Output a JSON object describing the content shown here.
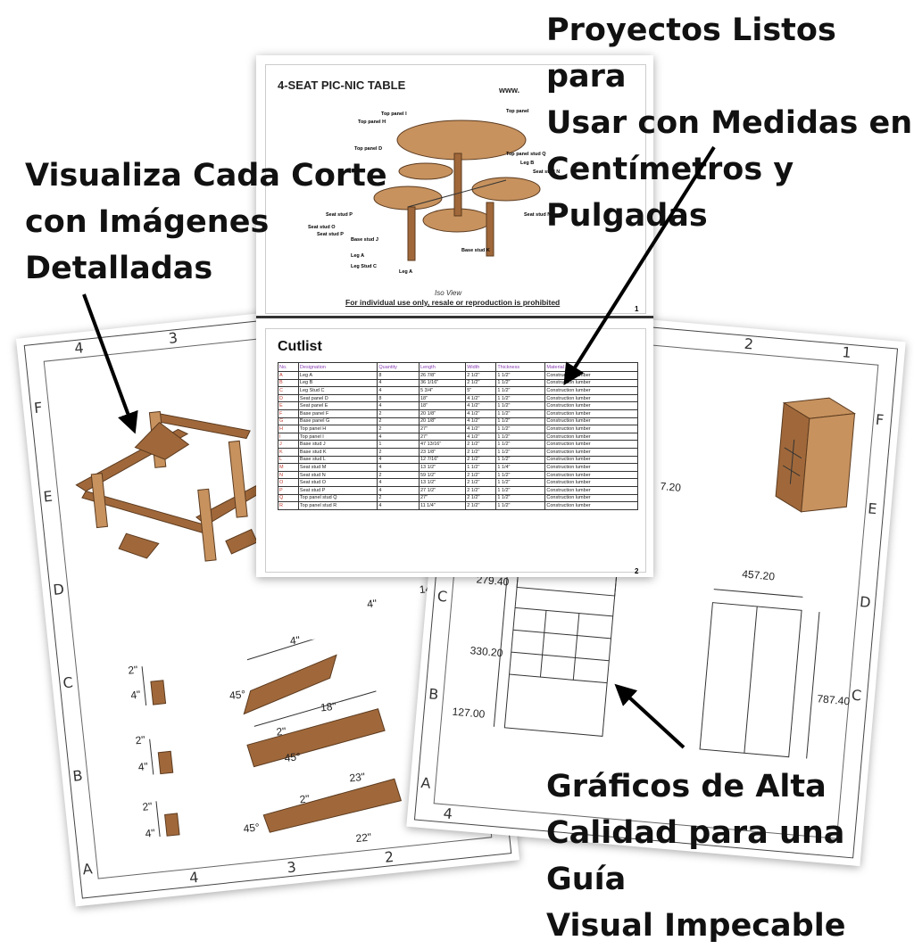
{
  "headlines": {
    "top_right": [
      "Proyectos Listos para",
      "Usar con Medidas en",
      "Centímetros y Pulgadas"
    ],
    "left": [
      "Visualiza Cada Corte",
      "con Imágenes",
      "Detalladas"
    ],
    "bottom_right": [
      "Gráficos de Alta",
      "Calidad para una Guía",
      "Visual Impecable"
    ]
  },
  "page1": {
    "title": "4-SEAT PIC-NIC TABLE",
    "website": "www.",
    "view_label": "Iso View",
    "notice": "For individual use only, resale or reproduction is prohibited",
    "page_number": "1",
    "callouts": [
      "Top panel I",
      "Top panel H",
      "Top panel",
      "Top panel D",
      "Top panel stud Q",
      "Leg B",
      "Seat stud N",
      "Seat stud P",
      "Seat stud O",
      "Seat stud P",
      "Base stud J",
      "Leg A",
      "Leg Stud C",
      "Leg A",
      "Base stud K",
      "Seat stud N"
    ]
  },
  "page2": {
    "title": "Cutlist",
    "page_number": "2",
    "columns": [
      "No.",
      "Designation",
      "Quantity",
      "Length",
      "Width",
      "Thickness",
      "Material"
    ],
    "rows": [
      [
        "A",
        "Leg A",
        "8",
        "26 7/8\"",
        "2 1/2\"",
        "1 1/2\"",
        "Construction lumber"
      ],
      [
        "B",
        "Leg B",
        "4",
        "36 1/16\"",
        "2 1/2\"",
        "1 1/2\"",
        "Construction lumber"
      ],
      [
        "C",
        "Leg Stud C",
        "4",
        "5 3/4\"",
        "5\"",
        "1 1/2\"",
        "Construction lumber"
      ],
      [
        "D",
        "Seat panel D",
        "8",
        "18\"",
        "4 1/2\"",
        "1 1/2\"",
        "Construction lumber"
      ],
      [
        "E",
        "Seat panel E",
        "4",
        "18\"",
        "4 1/2\"",
        "1 1/2\"",
        "Construction lumber"
      ],
      [
        "F",
        "Base panel F",
        "2",
        "20 1/8\"",
        "4 1/2\"",
        "1 1/2\"",
        "Construction lumber"
      ],
      [
        "G",
        "Base panel G",
        "2",
        "20 1/8\"",
        "4 1/2\"",
        "1 1/2\"",
        "Construction lumber"
      ],
      [
        "H",
        "Top panel H",
        "2",
        "27\"",
        "4 1/2\"",
        "1 1/2\"",
        "Construction lumber"
      ],
      [
        "I",
        "Top panel I",
        "4",
        "27\"",
        "4 1/2\"",
        "1 1/2\"",
        "Construction lumber"
      ],
      [
        "J",
        "Base stud J",
        "1",
        "47 13/16\"",
        "2 1/2\"",
        "1 1/2\"",
        "Construction lumber"
      ],
      [
        "K",
        "Base stud K",
        "2",
        "23 1/8\"",
        "2 1/2\"",
        "1 1/2\"",
        "Construction lumber"
      ],
      [
        "L",
        "Base stud L",
        "4",
        "12 7/16\"",
        "2 1/2\"",
        "1 1/2\"",
        "Construction lumber"
      ],
      [
        "M",
        "Seat stud M",
        "4",
        "13 1/2\"",
        "1 1/2\"",
        "1 1/4\"",
        "Construction lumber"
      ],
      [
        "N",
        "Seat stud N",
        "2",
        "59 1/2\"",
        "2 1/2\"",
        "1 1/2\"",
        "Construction lumber"
      ],
      [
        "O",
        "Seat stud O",
        "4",
        "13 1/2\"",
        "2 1/2\"",
        "1 1/2\"",
        "Construction lumber"
      ],
      [
        "P",
        "Seat stud P",
        "4",
        "27 1/2\"",
        "2 1/2\"",
        "1 1/2\"",
        "Construction lumber"
      ],
      [
        "Q",
        "Top panel stud Q",
        "2",
        "27\"",
        "2 1/2\"",
        "1 1/2\"",
        "Construction lumber"
      ],
      [
        "R",
        "Top panel stud R",
        "4",
        "11 1/4\"",
        "2 1/2\"",
        "1 1/2\"",
        "Construction lumber"
      ]
    ]
  },
  "left_sheet": {
    "zones_top": [
      "4",
      "3"
    ],
    "zones_bottom": [
      "4",
      "3",
      "2"
    ],
    "zones_left": [
      "F",
      "E",
      "D",
      "C",
      "B",
      "A"
    ],
    "dims": [
      "2\"",
      "4\"",
      "2\"",
      "4\"",
      "2\"",
      "4\"",
      "4\"",
      "45°",
      "18\"",
      "2\"",
      "45°",
      "23\"",
      "2\"",
      "45°",
      "22\"",
      "4\"",
      "14\""
    ]
  },
  "right_sheet": {
    "zones_top": [
      "2",
      "1"
    ],
    "zones_bottom": [
      "4"
    ],
    "zones_left": [
      "C",
      "B",
      "A"
    ],
    "zones_right": [
      "F",
      "E",
      "D",
      "C"
    ],
    "dims": [
      "279.40",
      "330.20",
      "127.00",
      "457.20",
      "787.40",
      "7.20"
    ]
  },
  "colors": {
    "wood": "#a0683a",
    "wood_light": "#c7925e",
    "accent_purple": "#8a3fb2",
    "row_letter_red": "#c0392b"
  }
}
